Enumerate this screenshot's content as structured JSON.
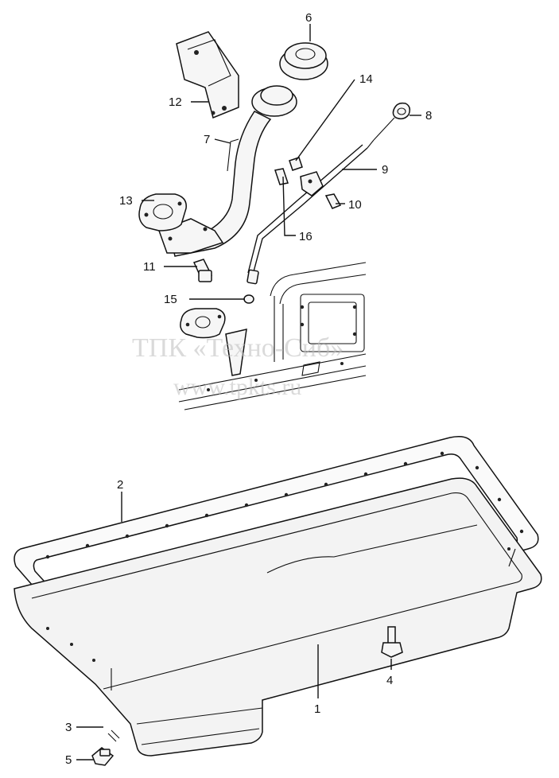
{
  "watermark": {
    "line1": "ТПК «Техно-Сиб»",
    "line2": "www.tpkts.ru"
  },
  "callouts": {
    "c1": "1",
    "c2": "2",
    "c3": "3",
    "c4": "4",
    "c5": "5",
    "c6": "6",
    "c7": "7",
    "c8": "8",
    "c9": "9",
    "c10": "10",
    "c11": "11",
    "c12": "12",
    "c13": "13",
    "c14": "14",
    "c15": "15",
    "c16": "16"
  }
}
